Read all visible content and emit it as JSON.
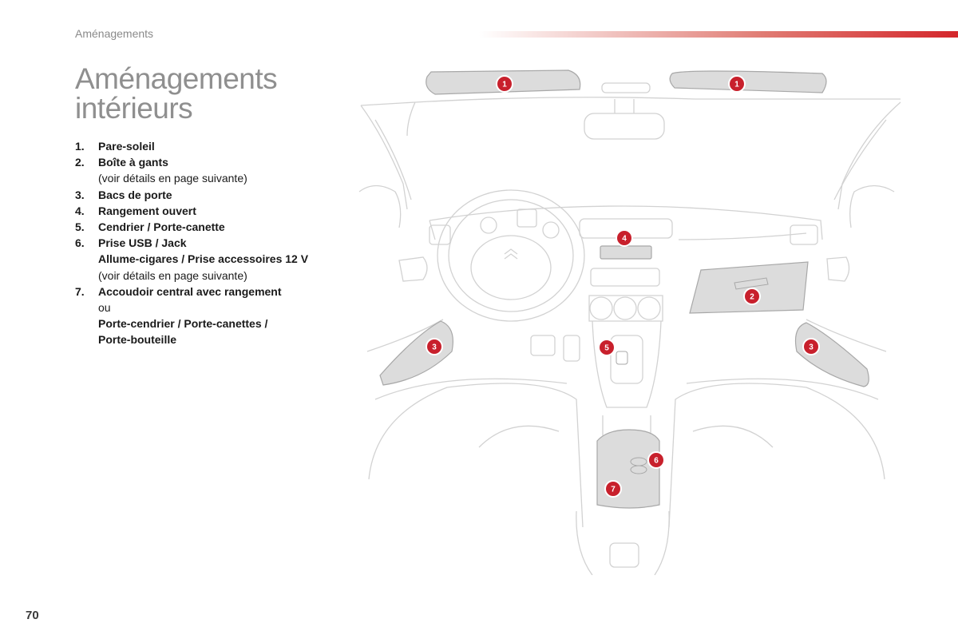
{
  "header": {
    "section": "Aménagements"
  },
  "title": {
    "line1": "Aménagements",
    "line2": "intérieurs"
  },
  "legend": [
    {
      "num": "1.",
      "label": "Pare-soleil",
      "lines": []
    },
    {
      "num": "2.",
      "label": "Boîte à gants",
      "lines": [
        {
          "text": "(voir détails en page suivante)",
          "bold": false
        }
      ]
    },
    {
      "num": "3.",
      "label": "Bacs de porte",
      "lines": []
    },
    {
      "num": "4.",
      "label": "Rangement ouvert",
      "lines": []
    },
    {
      "num": "5.",
      "label": "Cendrier / Porte-canette",
      "lines": []
    },
    {
      "num": "6.",
      "label": "Prise USB / Jack",
      "lines": [
        {
          "text": "Allume-cigares / Prise accessoires 12 V",
          "bold": true
        },
        {
          "text": "(voir détails en page suivante)",
          "bold": false
        }
      ]
    },
    {
      "num": "7.",
      "label": "Accoudoir central avec rangement",
      "lines": [
        {
          "text": "ou",
          "bold": false
        },
        {
          "text": "Porte-cendrier / Porte-canettes /",
          "bold": true
        },
        {
          "text": "Porte-bouteille",
          "bold": true
        }
      ]
    }
  ],
  "badges": {
    "sunvisor_left": "1",
    "sunvisor_right": "1",
    "glovebox": "2",
    "door_left": "3",
    "door_right": "3",
    "open_storage": "4",
    "ashtray": "5",
    "usb": "6",
    "armrest": "7"
  },
  "page_number": "70",
  "colors": {
    "accent": "#d4262b",
    "badge": "#c8202c",
    "highlight_fill": "#dcdcdc",
    "line": "#cfcfcf"
  }
}
